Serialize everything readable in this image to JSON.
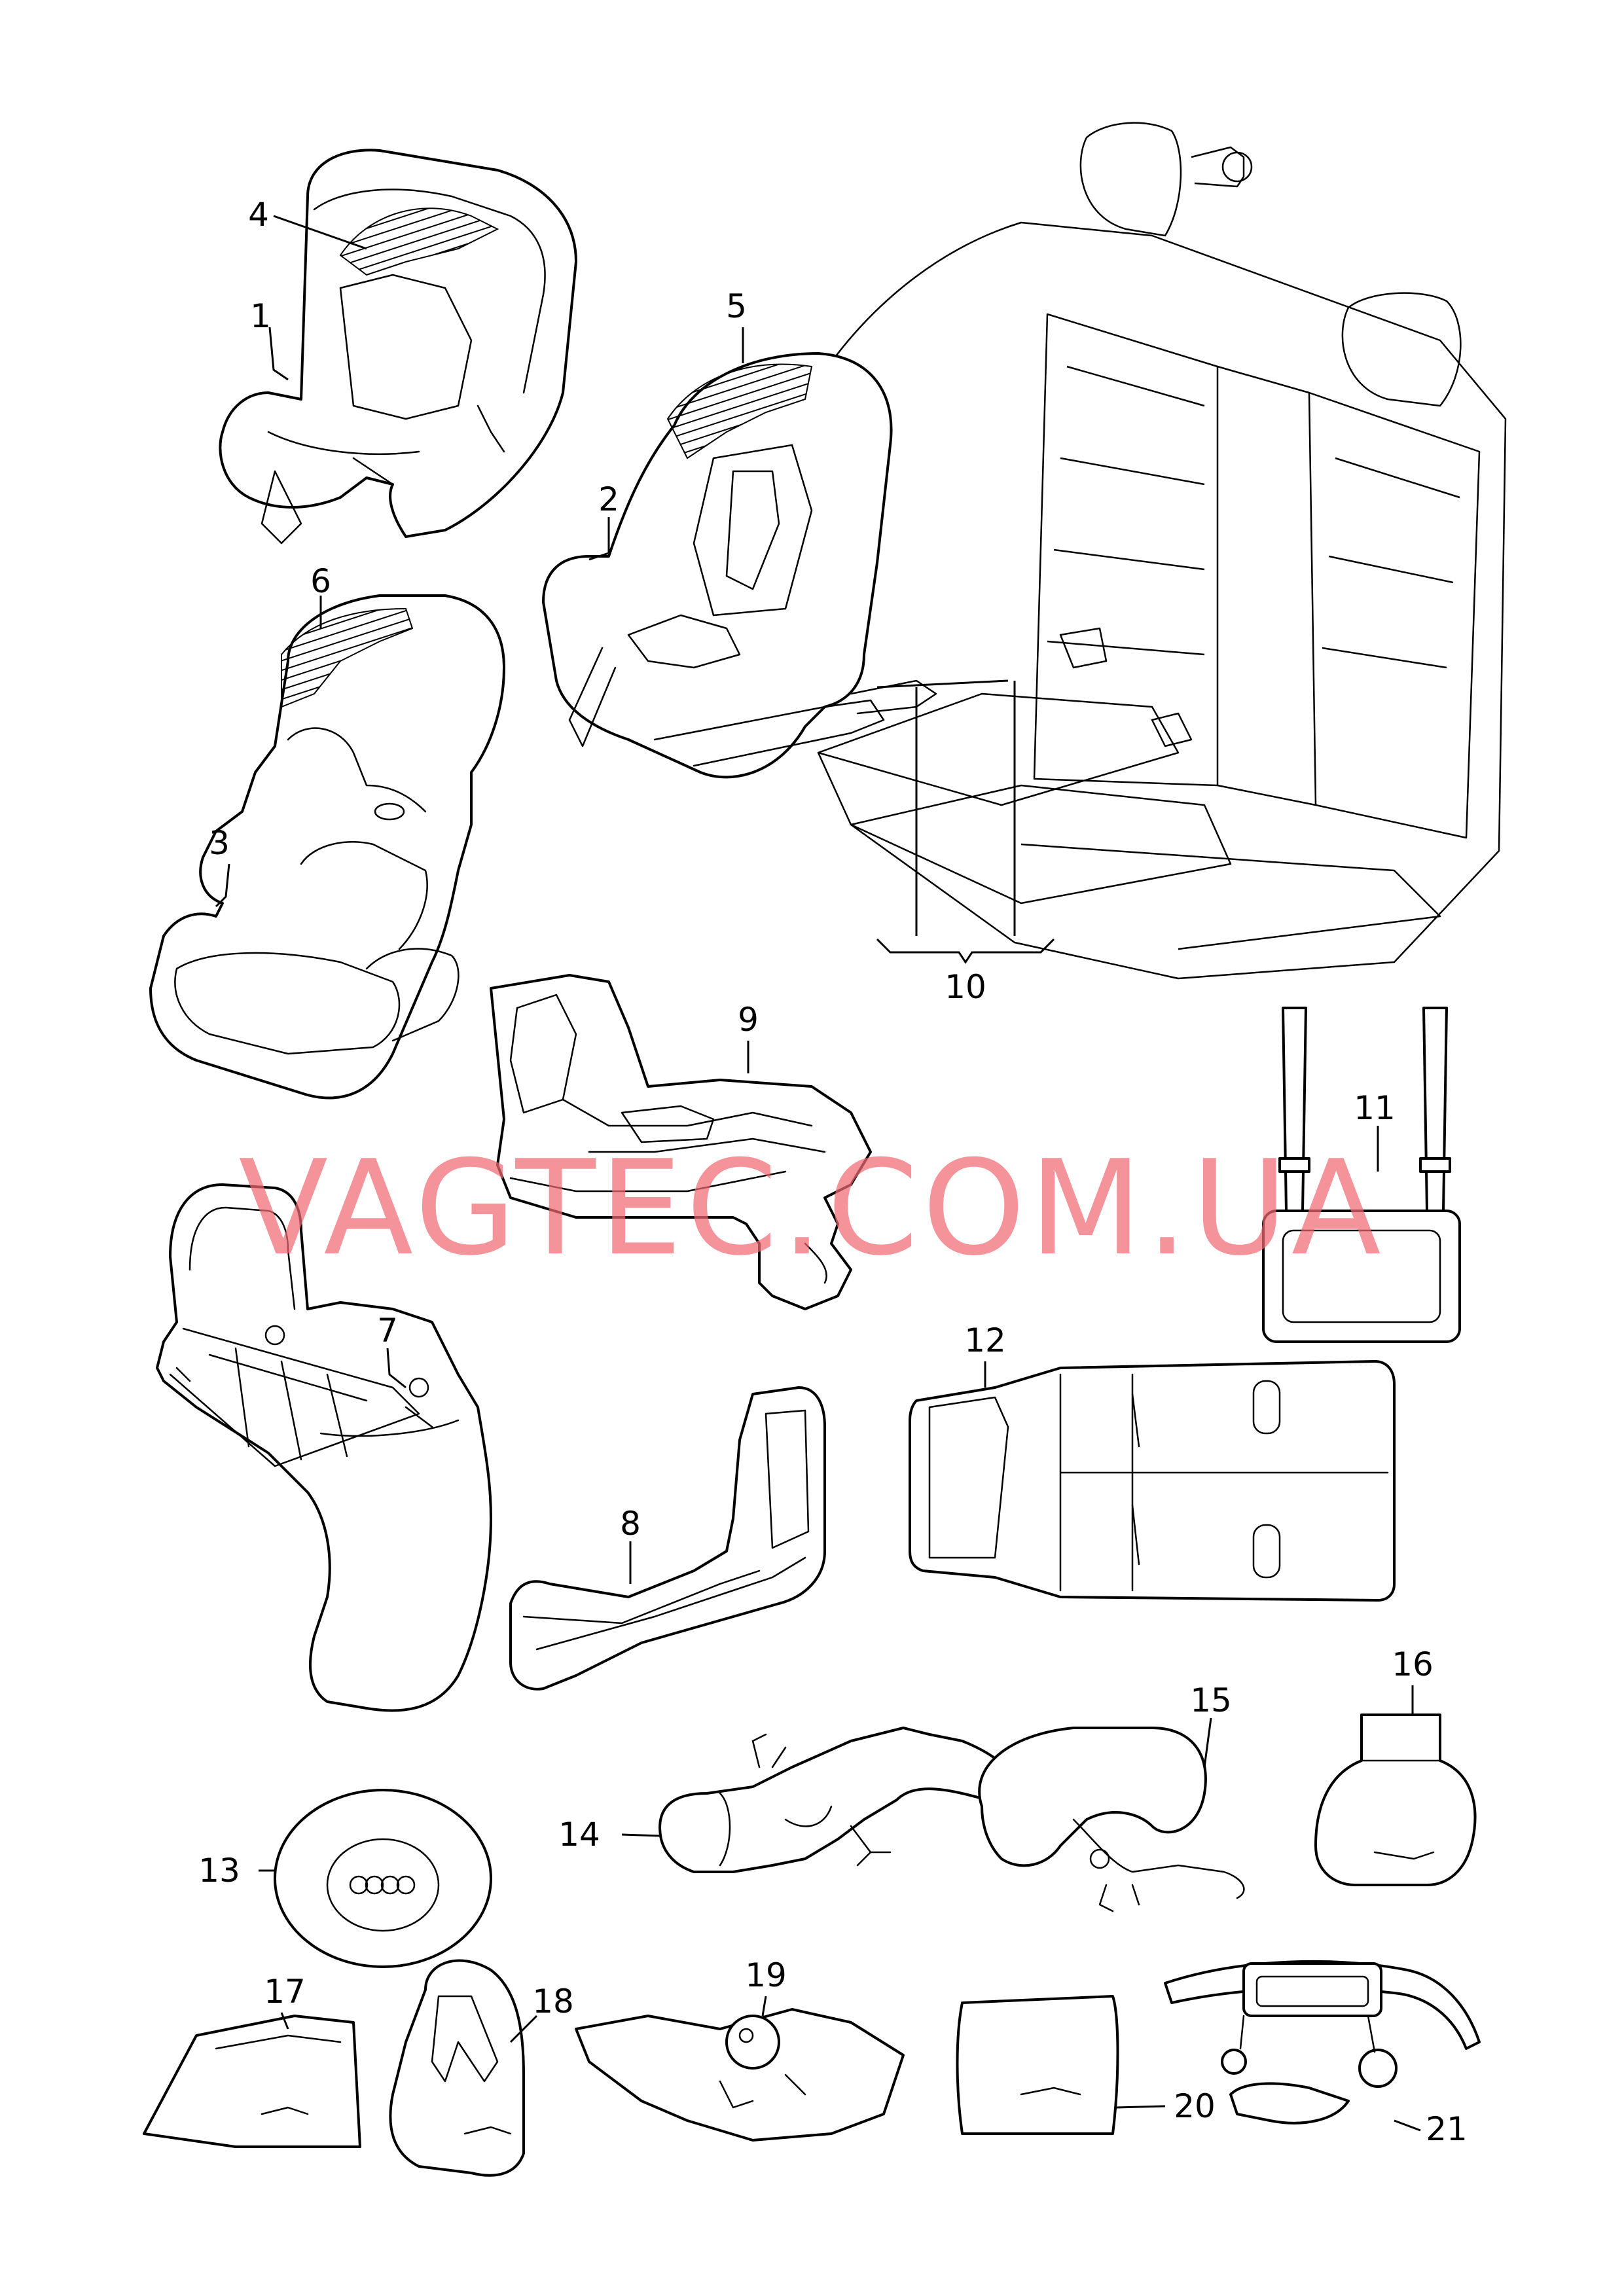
{
  "diagram": {
    "watermark": "VAGTEC.COM.UA",
    "parts": [
      {
        "number": "1"
      },
      {
        "number": "2"
      },
      {
        "number": "3"
      },
      {
        "number": "4"
      },
      {
        "number": "5"
      },
      {
        "number": "6"
      },
      {
        "number": "7"
      },
      {
        "number": "8"
      },
      {
        "number": "9"
      },
      {
        "number": "10"
      },
      {
        "number": "11"
      },
      {
        "number": "12"
      },
      {
        "number": "13"
      },
      {
        "number": "14"
      },
      {
        "number": "15"
      },
      {
        "number": "16"
      },
      {
        "number": "17"
      },
      {
        "number": "18"
      },
      {
        "number": "19"
      },
      {
        "number": "20"
      },
      {
        "number": "21"
      }
    ]
  }
}
